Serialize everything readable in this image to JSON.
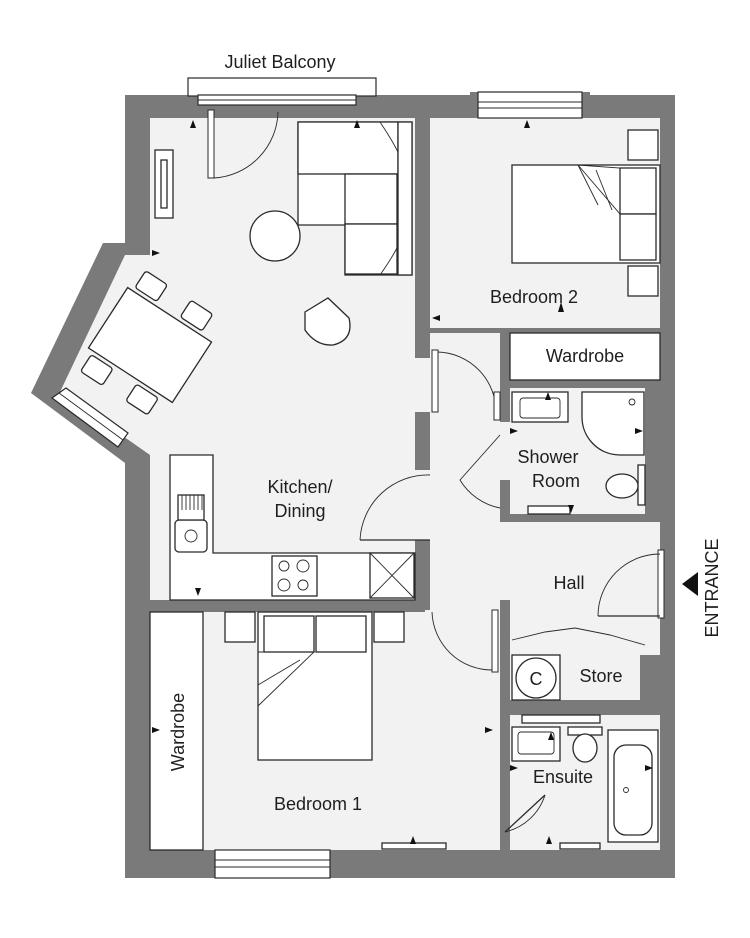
{
  "plan": {
    "balcony_label": "Juliet Balcony",
    "entrance_label": "ENTRANCE",
    "rooms": {
      "kitchen_line1": "Kitchen/",
      "kitchen_line2": "Dining",
      "bedroom1": "Bedroom 1",
      "bedroom2": "Bedroom 2",
      "wardrobe_b2": "Wardrobe",
      "wardrobe_b1": "Wardrobe",
      "shower_line1": "Shower",
      "shower_line2": "Room",
      "hall": "Hall",
      "store": "Store",
      "ensuite": "Ensuite",
      "cylinder": "C"
    }
  },
  "colors": {
    "wall": "#7a7a7a",
    "floor": "#f2f2f2",
    "line": "#2a2a2a",
    "text": "#1e1e1e"
  }
}
